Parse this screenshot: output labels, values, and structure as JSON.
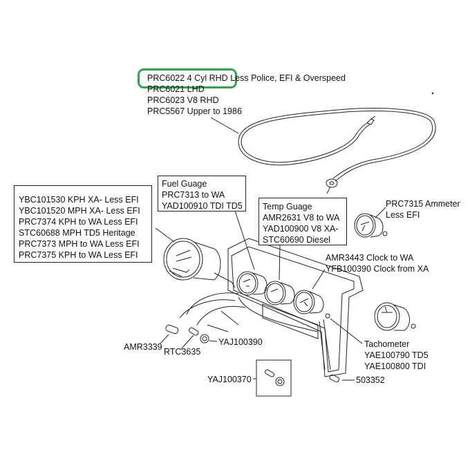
{
  "diagram": {
    "title": "Instrument gauges and speedometer cable parts diagram",
    "highlight_color": "#2aa84a",
    "cable_label": {
      "highlighted_part": "PRC6022 4 Cyl RHD",
      "lines": [
        "PRC6022 4 Cyl RHD Less Police, EFI & Overspeed",
        "PRC6021 LHD",
        "PRC6023 V8 RHD",
        "PRC5567 Upper to 1986"
      ],
      "first_line_rest": " Less Police, EFI & Overspeed"
    },
    "speedometer_box": {
      "lines": [
        "YBC101530 KPH XA- Less EFI",
        "YBC101520 MPH XA- Less EFI",
        "PRC7374 KPH to WA Less EFI",
        "STC60688 MPH TD5 Heritage",
        "PRC7373 MPH to WA Less EFI",
        "PRC7375 KPH to WA Less EFI"
      ]
    },
    "fuel_box": {
      "lines": [
        "Fuel Guage",
        "PRC7313 to WA",
        "YAD100910 TDI TD5"
      ]
    },
    "temp_box": {
      "lines": [
        "Temp Guage",
        "AMR2631 V8 to WA",
        "YAD100900 V8 XA-",
        "STC60690 Diesel"
      ]
    },
    "ammeter_label": {
      "lines": [
        "PRC7315 Ammeter",
        "Less EFI"
      ]
    },
    "clock_label": {
      "lines": [
        "AMR3443 Clock to WA",
        "YFB100390 Clock from XA"
      ]
    },
    "tachometer_label": {
      "lines": [
        "Tachometer",
        "YAE100790 TD5",
        "YAE100800 TDI"
      ]
    },
    "small_parts": {
      "amr3339": "AMR3339",
      "rtc3635": "RTC3635",
      "yaj100390": "YAJ100390",
      "yaj100370": "YAJ100370",
      "p503352": "503352"
    }
  }
}
